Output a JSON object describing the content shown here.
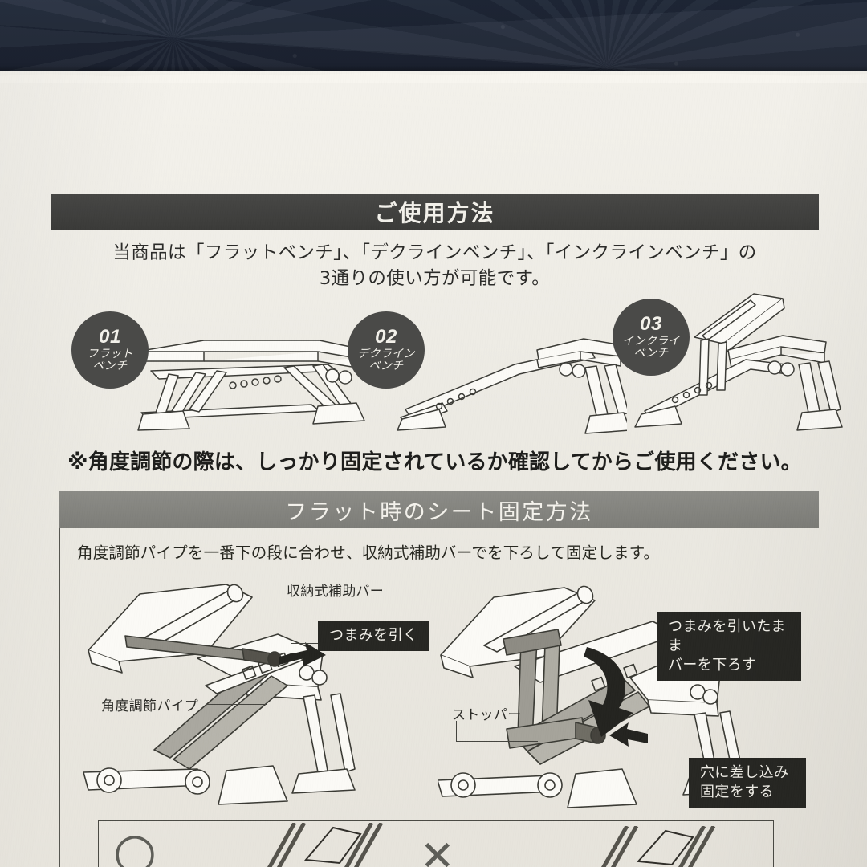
{
  "page": {
    "background_color": "#1b2230",
    "paper_color": "#efece5"
  },
  "section1": {
    "header": "ご使用方法",
    "header_color": "#3d3d3b",
    "lead_line1": "当商品は「フラットベンチ」、「デクラインベンチ」、「インクラインベンチ」の",
    "lead_line2": "3通りの使い方が可能です。",
    "modes": [
      {
        "num": "01",
        "line1": "フラット",
        "line2": "ベンチ",
        "name_full": "フラットベンチ"
      },
      {
        "num": "02",
        "line1": "デクライン",
        "line2": "ベンチ",
        "name_full": "デクラインベンチ"
      },
      {
        "num": "03",
        "line1": "インクライ",
        "line2": "ベンチ",
        "name_full": "インクラインベンチ"
      }
    ],
    "warning": "※角度調節の際は、しっかり固定されているか確認してからご使用ください。"
  },
  "section2": {
    "header": "フラット時のシート固定方法",
    "header_color": "#83837e",
    "lead": "角度調節パイプを一番下の段に合わせ、収納式補助バーでを下ろして固定します。",
    "left_figure": {
      "label_top": "収納式補助バー",
      "label_left": "角度調節パイプ",
      "chip": "つまみを引く"
    },
    "right_figure": {
      "chip_top": "つまみを引いたまま\nバーを下ろす",
      "label_left": "ストッパー",
      "chip_bottom": "穴に差し込み\n固定をする"
    }
  },
  "section3": {
    "ok_symbol": "○",
    "ng_symbol": "✕"
  }
}
